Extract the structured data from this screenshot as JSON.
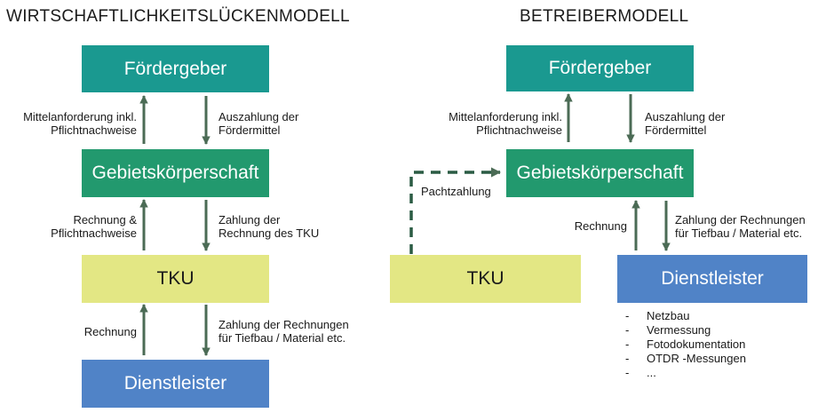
{
  "left": {
    "title": "WIRTSCHAFTLICHKEITSLÜCKENMODELL",
    "boxes": {
      "foerdergeber": "Fördergeber",
      "gebietskoerperschaft": "Gebietskörperschaft",
      "tku": "TKU",
      "dienstleister": "Dienstleister"
    },
    "labels": {
      "mittelanforderung": [
        "Mittelanforderung inkl.",
        "Pflichtnachweise"
      ],
      "auszahlung": [
        "Auszahlung der",
        "Fördermittel"
      ],
      "rechnung_pflicht": [
        "Rechnung &",
        "Pflichtnachweise"
      ],
      "zahlung_tku": [
        "Zahlung der",
        "Rechnung des TKU"
      ],
      "rechnung": [
        "Rechnung"
      ],
      "zahlung_rechnungen": [
        "Zahlung der Rechnungen",
        "für Tiefbau / Material etc."
      ]
    }
  },
  "right": {
    "title": "BETREIBERMODELL",
    "boxes": {
      "foerdergeber": "Fördergeber",
      "gebietskoerperschaft": "Gebietskörperschaft",
      "tku": "TKU",
      "dienstleister": "Dienstleister"
    },
    "labels": {
      "mittelanforderung": [
        "Mittelanforderung inkl.",
        "Pflichtnachweise"
      ],
      "auszahlung": [
        "Auszahlung der",
        "Fördermittel"
      ],
      "pachtzahlung": [
        "Pachtzahlung"
      ],
      "rechnung": [
        "Rechnung"
      ],
      "zahlung_rechnungen": [
        "Zahlung der Rechnungen",
        "für Tiefbau / Material etc."
      ]
    },
    "tasks": [
      "Netzbau",
      "Vermessung",
      "Fotodokumentation",
      "OTDR -Messungen",
      "..."
    ]
  },
  "colors": {
    "teal": "#1a9990",
    "green": "#22996e",
    "yellow": "#e3e784",
    "blue": "#5083c7",
    "arrow": "#4b6b55"
  }
}
